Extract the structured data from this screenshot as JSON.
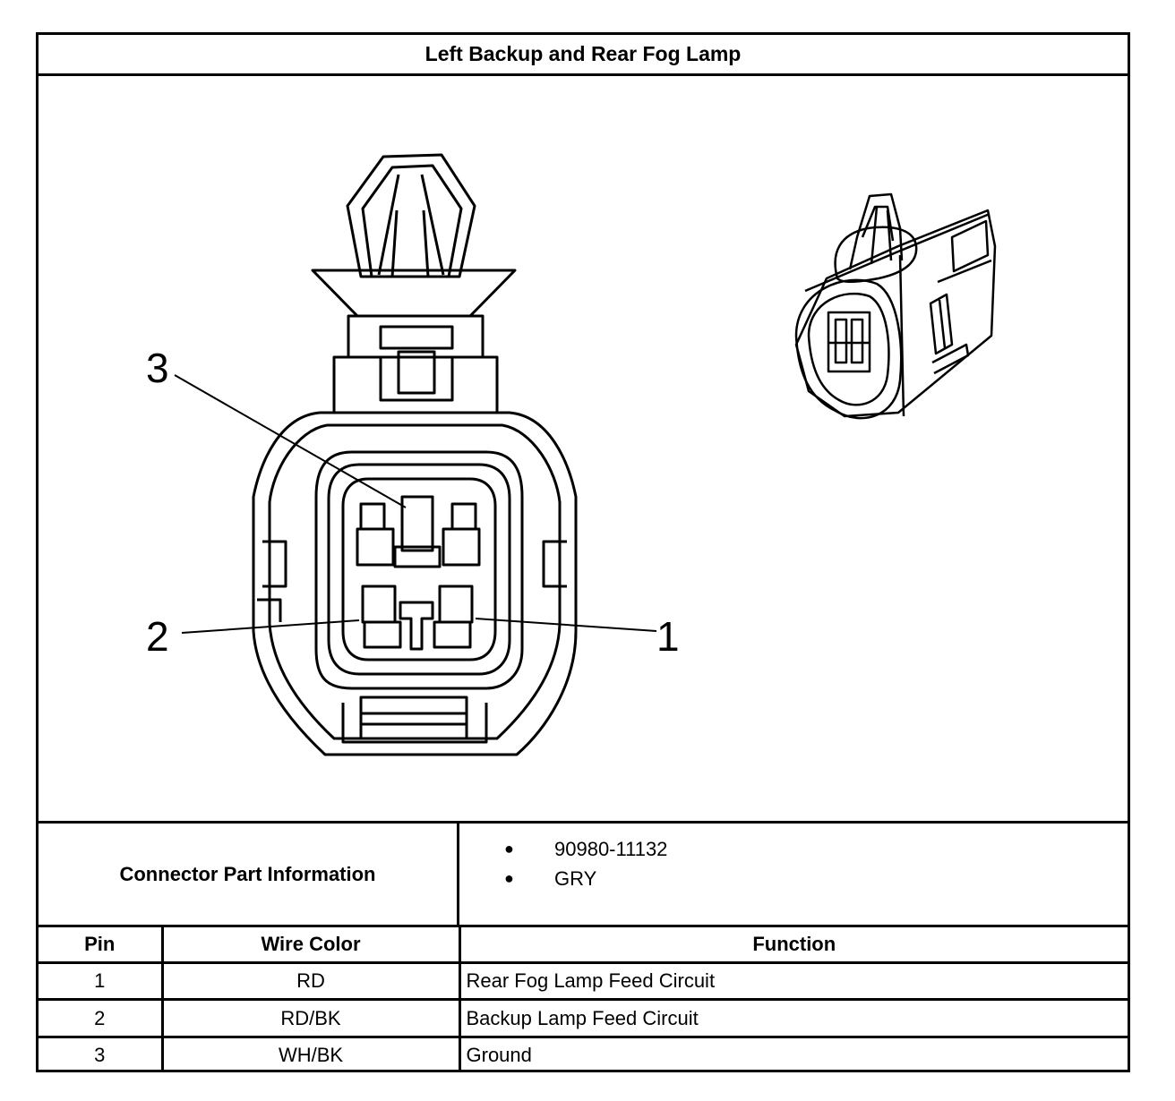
{
  "title": "Left Backup and Rear Fog Lamp",
  "diagram": {
    "pin_callouts": [
      "3",
      "2",
      "1"
    ]
  },
  "connector_info": {
    "label": "Connector Part Information",
    "items": [
      "90980-11132",
      "GRY"
    ]
  },
  "table": {
    "headers": [
      "Pin",
      "Wire Color",
      "Function"
    ],
    "rows": [
      [
        "1",
        "RD",
        "Rear Fog Lamp Feed Circuit"
      ],
      [
        "2",
        "RD/BK",
        "Backup Lamp Feed Circuit"
      ],
      [
        "3",
        "WH/BK",
        "Ground"
      ]
    ]
  }
}
